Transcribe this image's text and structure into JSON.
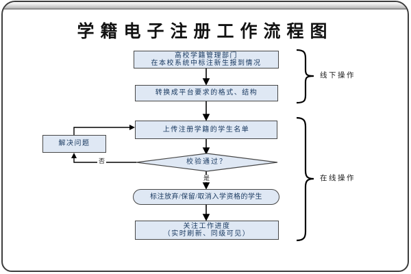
{
  "title": "学籍电子注册工作流程图",
  "flow": {
    "box1": {
      "line1": "高校学籍管理部门",
      "line2": "在本校系统中标注新生报到情况"
    },
    "box2": {
      "label": "转换成平台要求的格式、结构"
    },
    "box3": {
      "label": "上传注册学籍的学生名单"
    },
    "decision": {
      "label": "校验通过？"
    },
    "solve_box": {
      "label": "解决问题"
    },
    "stadium": {
      "label": "标注放弃/保留/取消入学资格的学生"
    },
    "box4": {
      "line1": "关注工作进度",
      "line2": "（实时刷新、同级可见）"
    },
    "yes_label": "是",
    "no_label": "否"
  },
  "annotations": {
    "offline": "线下操作",
    "online": "在线操作"
  },
  "colors": {
    "node_fill": "#dfe8f4",
    "node_border": "#454545",
    "node_text": "#17375e",
    "line": "#000000",
    "frame_border": "#3c3c3c"
  }
}
